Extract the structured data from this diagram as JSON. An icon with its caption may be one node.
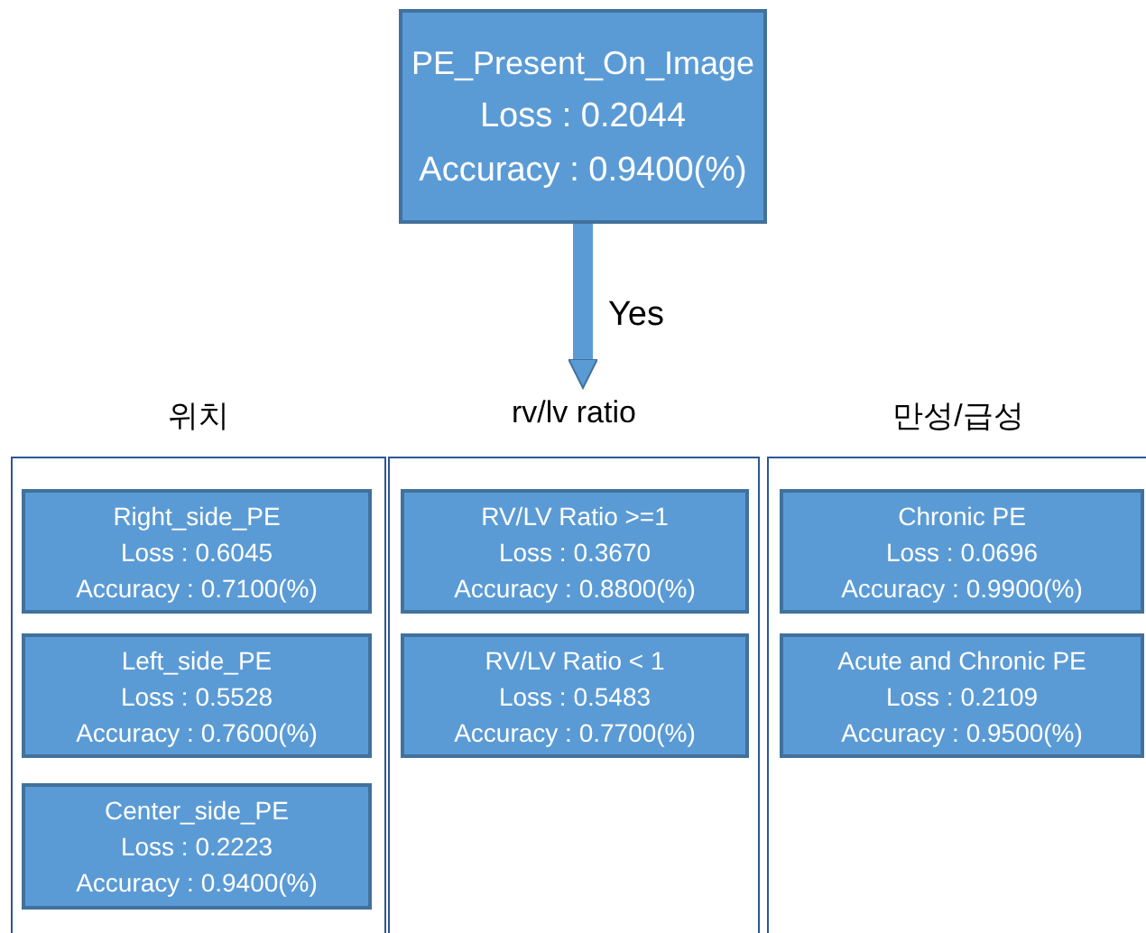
{
  "diagram": {
    "nodes": [
      {
        "text": [
          "PE_Present_On_Image",
          "Loss : 0.2044",
          "Accuracy : 0.9400(%)"
        ]
      },
      {
        "text": [
          "위치"
        ]
      },
      {
        "text": [
          "Right_side_PE",
          "Loss : 0.6045",
          "Accuracy : 0.7100(%)"
        ],
        "in": 1
      },
      {
        "text": [
          "Left_side_PE",
          "Loss : 0.5528",
          "Accuracy : 0.7600(%)"
        ],
        "in": 1
      },
      {
        "text": [
          "Center_side_PE",
          "Loss : 0.2223",
          "Accuracy : 0.9400(%)"
        ],
        "in": 1
      },
      {
        "text": [
          "rv/lv ratio"
        ]
      },
      {
        "text": [
          "RV/LV Ratio >=1",
          "Loss : 0.3670",
          "Accuracy : 0.8800(%)"
        ],
        "in": 5
      },
      {
        "text": [
          "RV/LV Ratio < 1",
          "Loss : 0.5483",
          "Accuracy : 0.7700(%)"
        ],
        "in": 5
      },
      {
        "text": [
          "만성/급성"
        ]
      },
      {
        "text": [
          "Chronic PE",
          "Loss : 0.0696",
          "Accuracy : 0.9900(%)"
        ],
        "in": 8
      },
      {
        "text": [
          "Acute and Chronic PE",
          "Loss : 0.2109",
          "Accuracy : 0.9500(%)"
        ],
        "in": 8
      }
    ],
    "edges": [
      {
        "from": 0,
        "to": 5,
        "arrow": "to",
        "label": "Yes"
      }
    ]
  }
}
